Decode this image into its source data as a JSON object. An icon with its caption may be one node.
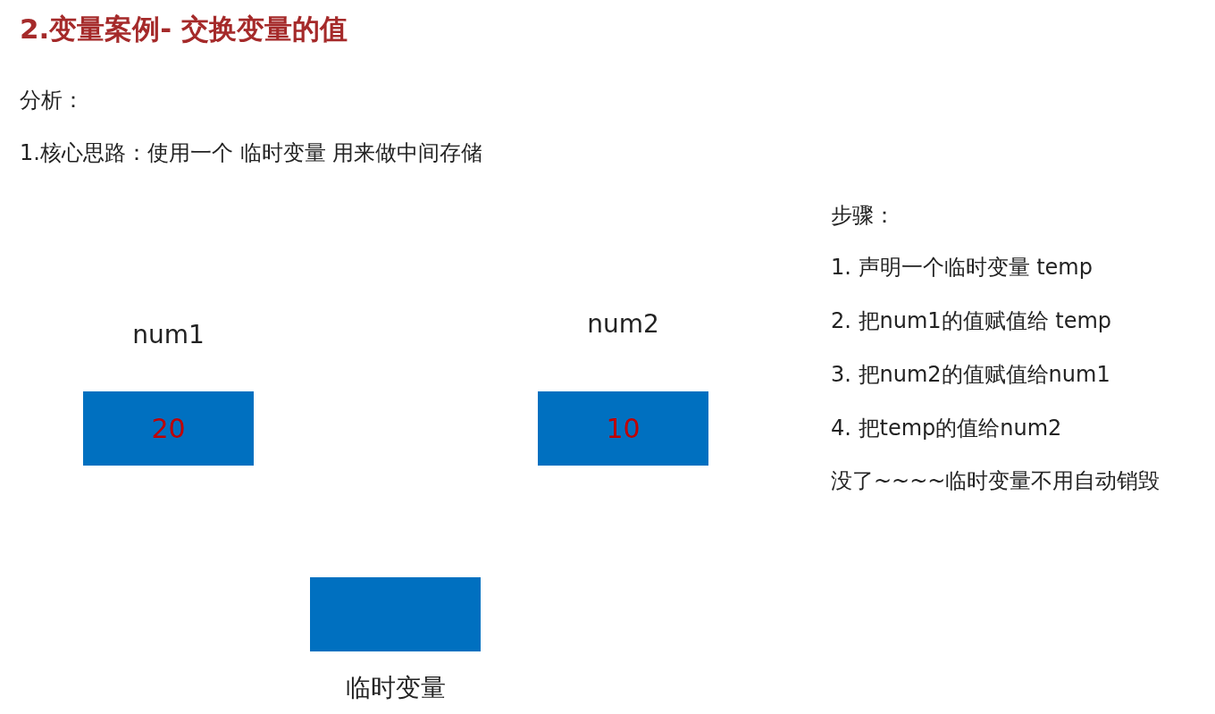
{
  "diagram": {
    "title": "2.变量案例- 交换变量的值",
    "nodes": [
      {
        "text": [
          "20"
        ],
        "beside": [
          "num1"
        ]
      },
      {
        "text": [
          "10"
        ],
        "beside": [
          "num2"
        ]
      },
      {
        "text": [],
        "shape": "box",
        "beside": [
          "临时变量"
        ]
      }
    ],
    "edges": [],
    "labels": [
      "分析：",
      "1.核心思路：使用一个 临时变量 用来做中间存储",
      "步骤：",
      "1. 声明一个临时变量 temp",
      "2. 把num1的值赋值给 temp",
      "3. 把num2的值赋值给num1",
      "4. 把temp的值给num2",
      "没了~~~~临时变量不用自动销毁"
    ]
  }
}
